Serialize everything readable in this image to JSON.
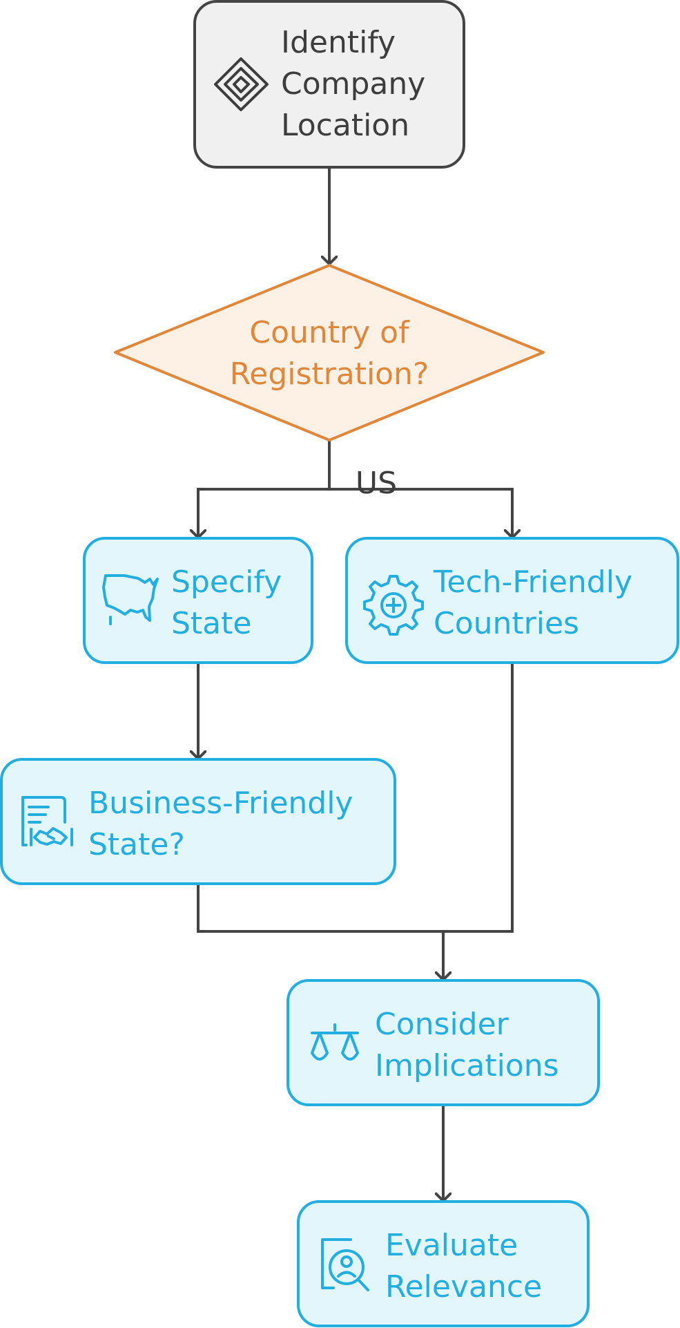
{
  "colors": {
    "start_fill": "#f0f0f0",
    "start_stroke": "#444444",
    "start_text": "#3d3d3d",
    "decision_fill": "#fdf0e4",
    "decision_stroke": "#e0873a",
    "decision_text": "#e0873a",
    "node_fill": "#e3f6fc",
    "node_stroke": "#23aee0",
    "node_text": "#23aee0",
    "edge": "#444444"
  },
  "nodes": {
    "identify": {
      "lines": [
        "Identify",
        "Company",
        "Location"
      ],
      "icon": "diamond-layers-icon"
    },
    "country": {
      "lines": [
        "Country of",
        "Registration?"
      ]
    },
    "specify": {
      "lines": [
        "Specify",
        "State"
      ],
      "icon": "us-map-icon"
    },
    "tech": {
      "lines": [
        "Tech-Friendly",
        "Countries"
      ],
      "icon": "gear-plus-icon"
    },
    "business": {
      "lines": [
        "Business-Friendly",
        "State?"
      ],
      "icon": "document-handshake-icon"
    },
    "consider": {
      "lines": [
        "Consider",
        "Implications"
      ],
      "icon": "scales-icon"
    },
    "evaluate": {
      "lines": [
        "Evaluate",
        "Relevance"
      ],
      "icon": "search-person-icon"
    }
  },
  "edges": {
    "us_label": "US"
  }
}
